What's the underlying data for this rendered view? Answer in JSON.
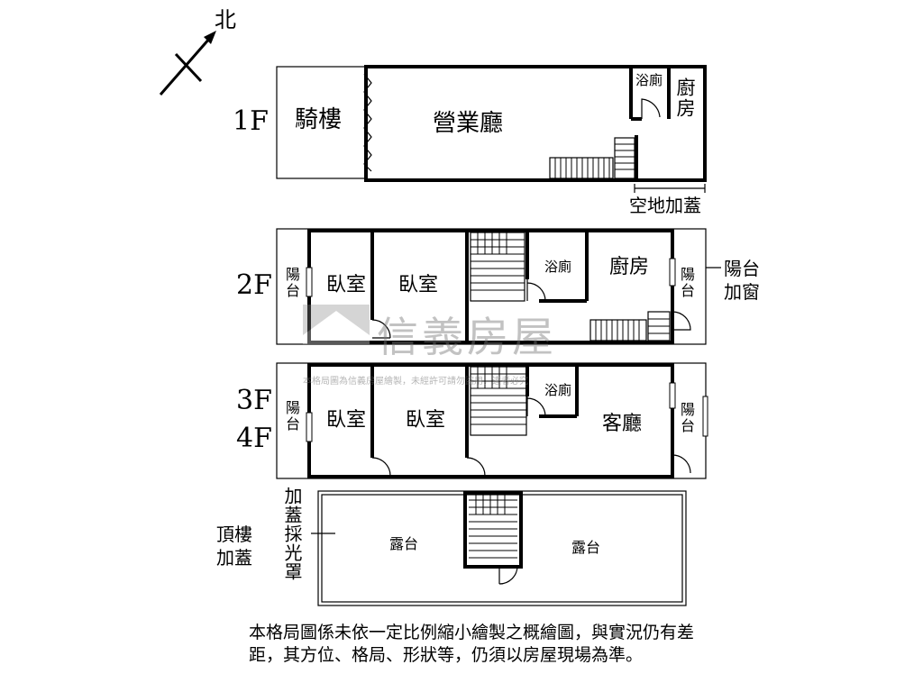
{
  "compass": {
    "label": "北"
  },
  "floors": {
    "f1": "1F",
    "f2": "2F",
    "f34_a": "3F",
    "f34_b": "4F",
    "roof": "頂樓\n加蓋"
  },
  "rooms_1f": {
    "arcade": "騎樓",
    "business_hall": "營業廳",
    "bath": "浴廁",
    "kitchen": "廚房",
    "extension_note": "空地加蓋"
  },
  "rooms_2f": {
    "balcony_front": "陽台",
    "bedroom_1": "臥室",
    "bedroom_2": "臥室",
    "bath": "浴廁",
    "kitchen": "廚房",
    "balcony_back": "陽台",
    "balcony_note": "陽台\n加窗"
  },
  "rooms_34f": {
    "balcony_front": "陽台",
    "bedroom_1": "臥室",
    "bedroom_2": "臥室",
    "bath": "浴廁",
    "living_room": "客廳",
    "balcony_back": "陽台"
  },
  "rooms_roof": {
    "skylight_note": "加蓋採光罩",
    "terrace_1": "露台",
    "terrace_2": "露台"
  },
  "watermark": {
    "brand": "信義房屋",
    "notice": "本格局圖為信義房屋繪製，未經許可請勿盜用，違者必究"
  },
  "disclaimer": "本格局圖係未依一定比例縮小繪製之概繪圖，與實況仍有差距，其方位、格局、形狀等，仍須以房屋現場為準。"
}
